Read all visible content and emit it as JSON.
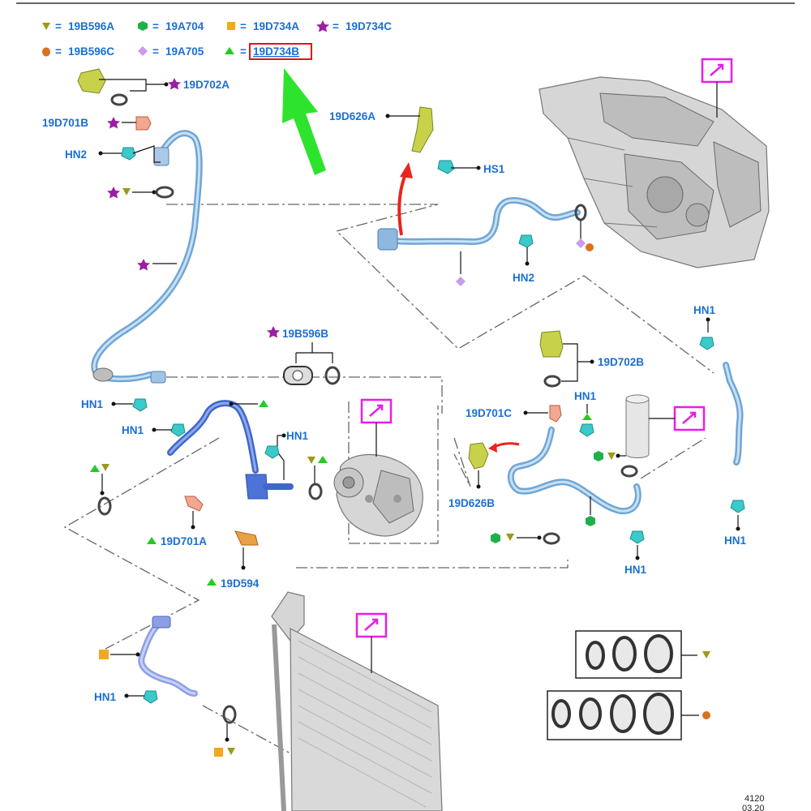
{
  "colors": {
    "label_blue": "#1a6fd6",
    "legend_box_red": "#e0141e",
    "big_arrow_green": "#2ee32e",
    "red_arrow": "#e8251f",
    "callout_magenta": "#e61fe6",
    "sym_19B596A_olive": "#9a9a1c",
    "sym_19A704_green": "#1fb04a",
    "sym_19D734A_orange": "#f2a81c",
    "sym_19D734C_purple": "#9a1fa3",
    "sym_19B596C_brown": "#d9731c",
    "sym_19A705_lavender": "#c99be8",
    "sym_19D734B_green": "#22cc22"
  },
  "legend": [
    {
      "symbol": "triangle-down-olive",
      "eq": "=",
      "code": "19B596A"
    },
    {
      "symbol": "hexagon-green",
      "eq": "=",
      "code": "19A704"
    },
    {
      "symbol": "square-orange",
      "eq": "=",
      "code": "19D734A"
    },
    {
      "symbol": "star-purple",
      "eq": "=",
      "code": "19D734C"
    },
    {
      "symbol": "circle-brown",
      "eq": "=",
      "code": "19B596C"
    },
    {
      "symbol": "diamond-lavender",
      "eq": "=",
      "code": "19A705"
    },
    {
      "symbol": "triangle-up-green",
      "eq": "=",
      "code": "19D734B"
    }
  ],
  "labels": {
    "l_19D702A": "19D702A",
    "l_19D701B": "19D701B",
    "l_HN2_left": "HN2",
    "l_19D626A": "19D626A",
    "l_HS1": "HS1",
    "l_HN2_mid": "HN2",
    "l_HN1_rt_top": "HN1",
    "l_19B596B": "19B596B",
    "l_19D702B": "19D702B",
    "l_HN1_mid_right": "HN1",
    "l_19D701C": "19D701C",
    "l_HN1_left1": "HN1",
    "l_HN1_left2": "HN1",
    "l_HN1_comp": "HN1",
    "l_19D626B": "19D626B",
    "l_19D701A": "19D701A",
    "l_19D594": "19D594",
    "l_HN1_rt_bottom": "HN1",
    "l_HN1_lower_mid": "HN1",
    "l_HN1_bottom_left": "HN1"
  },
  "footer": {
    "ref": "4120",
    "date": "03.20"
  }
}
